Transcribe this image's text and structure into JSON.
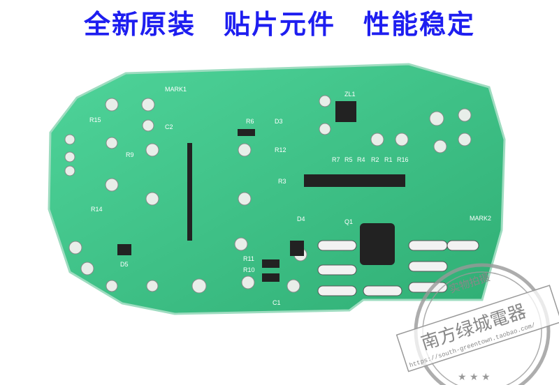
{
  "headline": [
    "全新原装",
    "贴片元件",
    "性能稳定"
  ],
  "board": {
    "color": "#3cc48a",
    "silkscreen": [
      "MARK1",
      "R15",
      "C2",
      "R9",
      "R14",
      "D5",
      "ZL1",
      "R7",
      "R5",
      "R4",
      "R2",
      "R1",
      "R16",
      "R6",
      "D3",
      "R12",
      "R3",
      "D4",
      "Q1",
      "R11",
      "R10",
      "C1",
      "MARK2"
    ]
  },
  "watermark": {
    "top": "实物拍摄",
    "shop": "南方绿城電器",
    "url": "https://south-greentown.taobao.com/"
  }
}
